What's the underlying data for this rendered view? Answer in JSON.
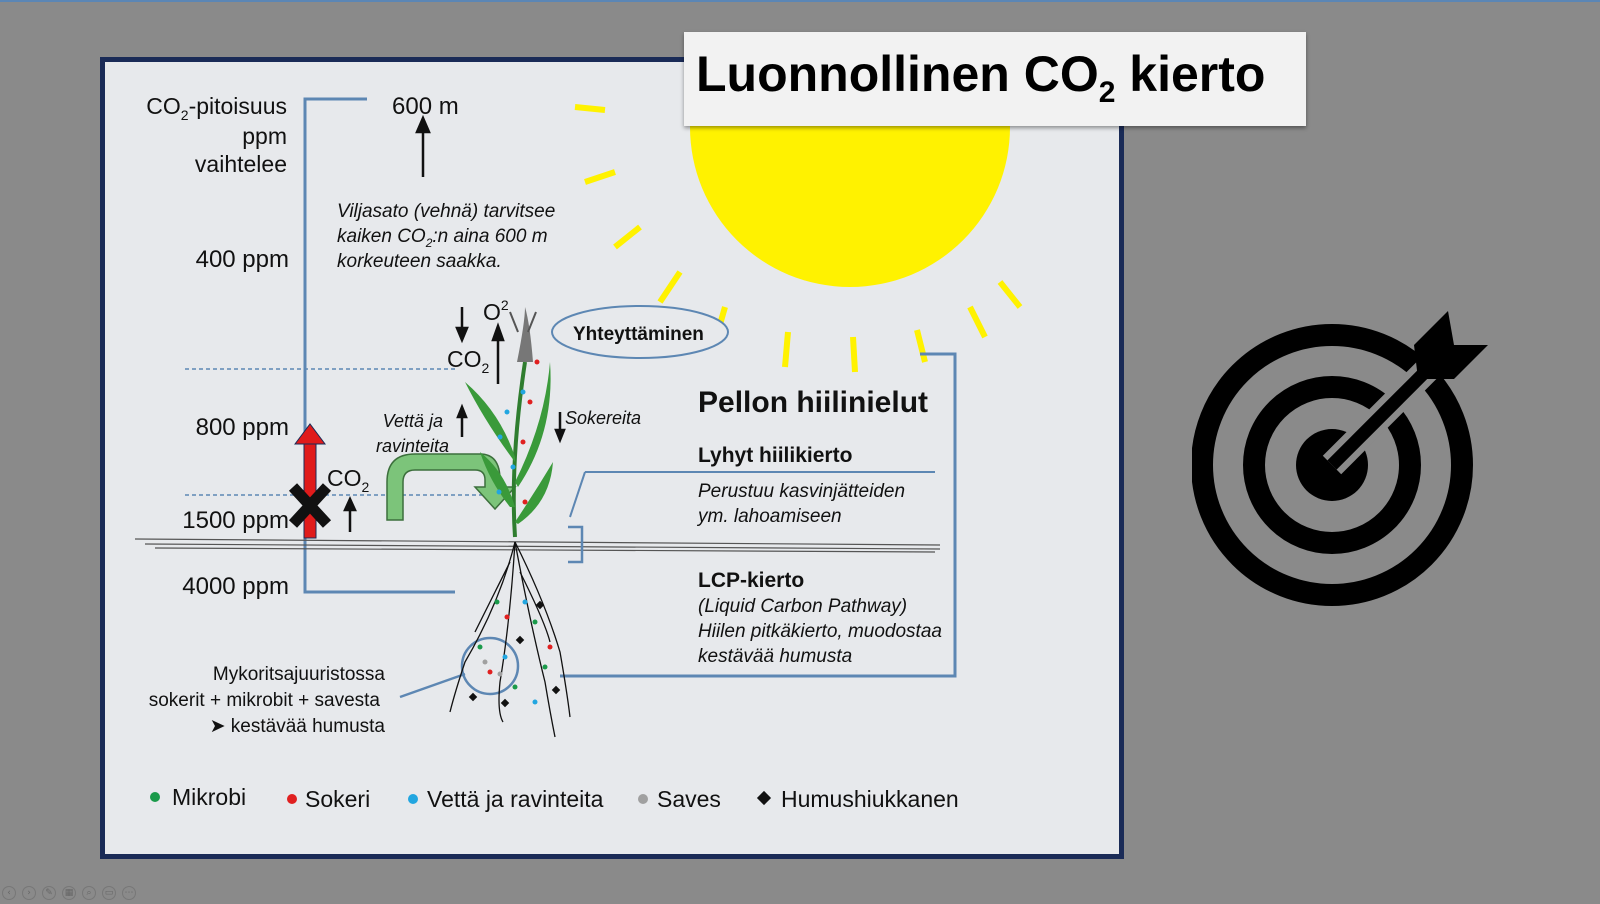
{
  "slide": {
    "title_main": "Luonnollinen CO",
    "title_sub": "2",
    "title_end": " kierto"
  },
  "diagram": {
    "co2_label_a": "CO",
    "co2_label_sub": "2",
    "co2_label_b": "-pitoisuus",
    "ppm": "ppm",
    "vaihtelee": "vaihtelee",
    "altitude": "600 m",
    "levels": [
      "400 ppm",
      "800 ppm",
      "1500 ppm",
      "4000 ppm"
    ],
    "note_lines": [
      "Viljasato (vehnä) tarvitsee",
      "kaiken CO",
      "2",
      ":n aina 600 m",
      "korkeuteen saakka."
    ],
    "o2": "O",
    "o2_sup": "2",
    "co2": "CO",
    "co2_sub": "2",
    "yhteyttaminen": "Yhteyttäminen",
    "vetta_ja": "Vettä ja",
    "ravinteita": "ravinteita",
    "sokereita": "Sokereita",
    "pellon": "Pellon hiilinielut",
    "lyhyt": "Lyhyt hiilikierto",
    "lyhyt_desc": [
      "Perustuu kasvinjätteiden",
      "ym. lahoamiseen"
    ],
    "lcp": "LCP-kierto",
    "lcp_desc": [
      "(Liquid Carbon Pathway)",
      "Hiilen pitkäkierto, muodostaa",
      "kestävää humusta"
    ],
    "myko": [
      "Mykoritsajuuristossa",
      "sokerit + mikrobit + savesta",
      "➤  kestävää humusta"
    ]
  },
  "legend": [
    {
      "label": "Mikrobi",
      "symbol": "dot",
      "color": "#1a9a4a"
    },
    {
      "label": "Sokeri",
      "symbol": "dot",
      "color": "#e02020"
    },
    {
      "label": "Vettä ja ravinteita",
      "symbol": "dot",
      "color": "#22a6e0"
    },
    {
      "label": "Saves",
      "symbol": "dot",
      "color": "#a0a0a0"
    },
    {
      "label": "Humushiukkanen",
      "symbol": "diamond",
      "color": "#111111"
    }
  ],
  "colors": {
    "sun": "#fff200",
    "line_blue": "#5d87b3",
    "green_arrow": "#7cc47a",
    "red_arrow": "#e01b1b",
    "panel_border": "#1a2b57"
  },
  "icons": [
    "target-arrow-icon",
    "cross-mark-icon"
  ]
}
